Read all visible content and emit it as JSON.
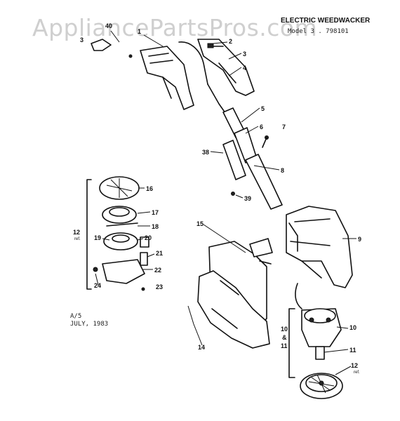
{
  "watermark": "AppliancePartsPros.com",
  "title": "ELECTRIC WEEDWACKER",
  "model_line": "Model 3 . 798101",
  "footnote": {
    "line1": "A/5",
    "line2": "JULY, 1983"
  },
  "callouts": {
    "c1": "1",
    "c2": "2",
    "c3": "3",
    "c3b": "3",
    "c4": "4",
    "c5": "5",
    "c6": "6",
    "c7": "7",
    "c8": "8",
    "c9": "9",
    "c10": "10",
    "c11": "11",
    "c12": "12",
    "c12ref": "ref.",
    "c14": "14",
    "c15": "15",
    "c16": "16",
    "c17": "17",
    "c18": "18",
    "c19": "19",
    "c20": "20",
    "c21": "21",
    "c22": "22",
    "c23": "23",
    "c24": "24",
    "c38": "38",
    "c39": "39",
    "c40": "40",
    "g12": "12",
    "g12ref": "ref.",
    "g10": "10",
    "g_amp": "&",
    "g11": "11"
  }
}
